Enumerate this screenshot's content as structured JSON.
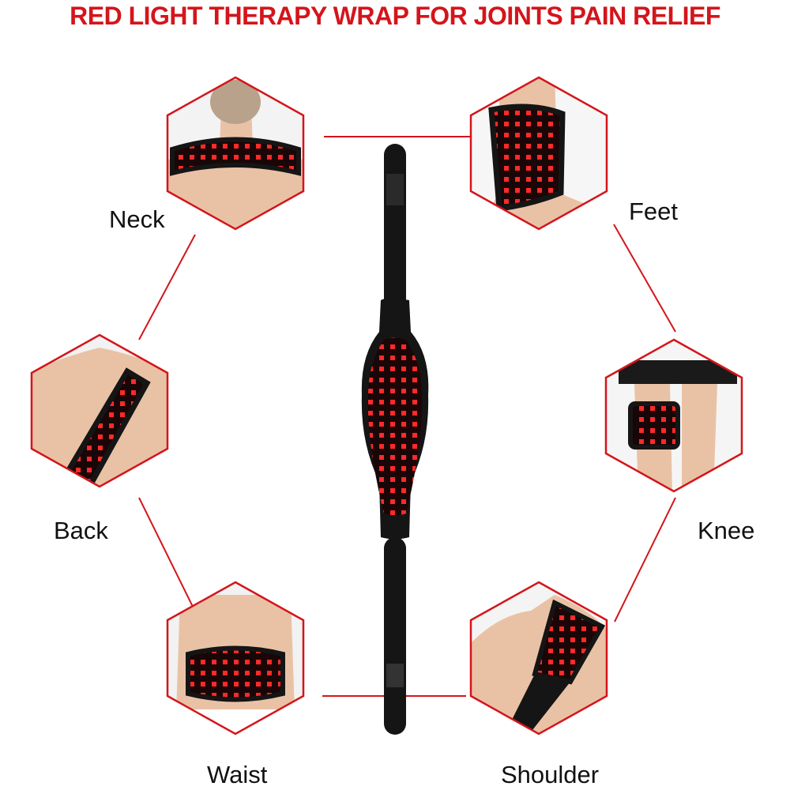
{
  "title": "RED LIGHT THERAPY WRAP FOR JOINTS PAIN RELIEF",
  "colors": {
    "accent": "#d4151b",
    "wrap": "#151515",
    "led": "#ff2a2a",
    "skin": "#e9c2a6"
  },
  "body_areas": [
    {
      "id": "neck",
      "label": "Neck"
    },
    {
      "id": "feet",
      "label": "Feet"
    },
    {
      "id": "back",
      "label": "Back"
    },
    {
      "id": "knee",
      "label": "Knee"
    },
    {
      "id": "waist",
      "label": "Waist"
    },
    {
      "id": "shoulder",
      "label": "Shoulder"
    }
  ]
}
